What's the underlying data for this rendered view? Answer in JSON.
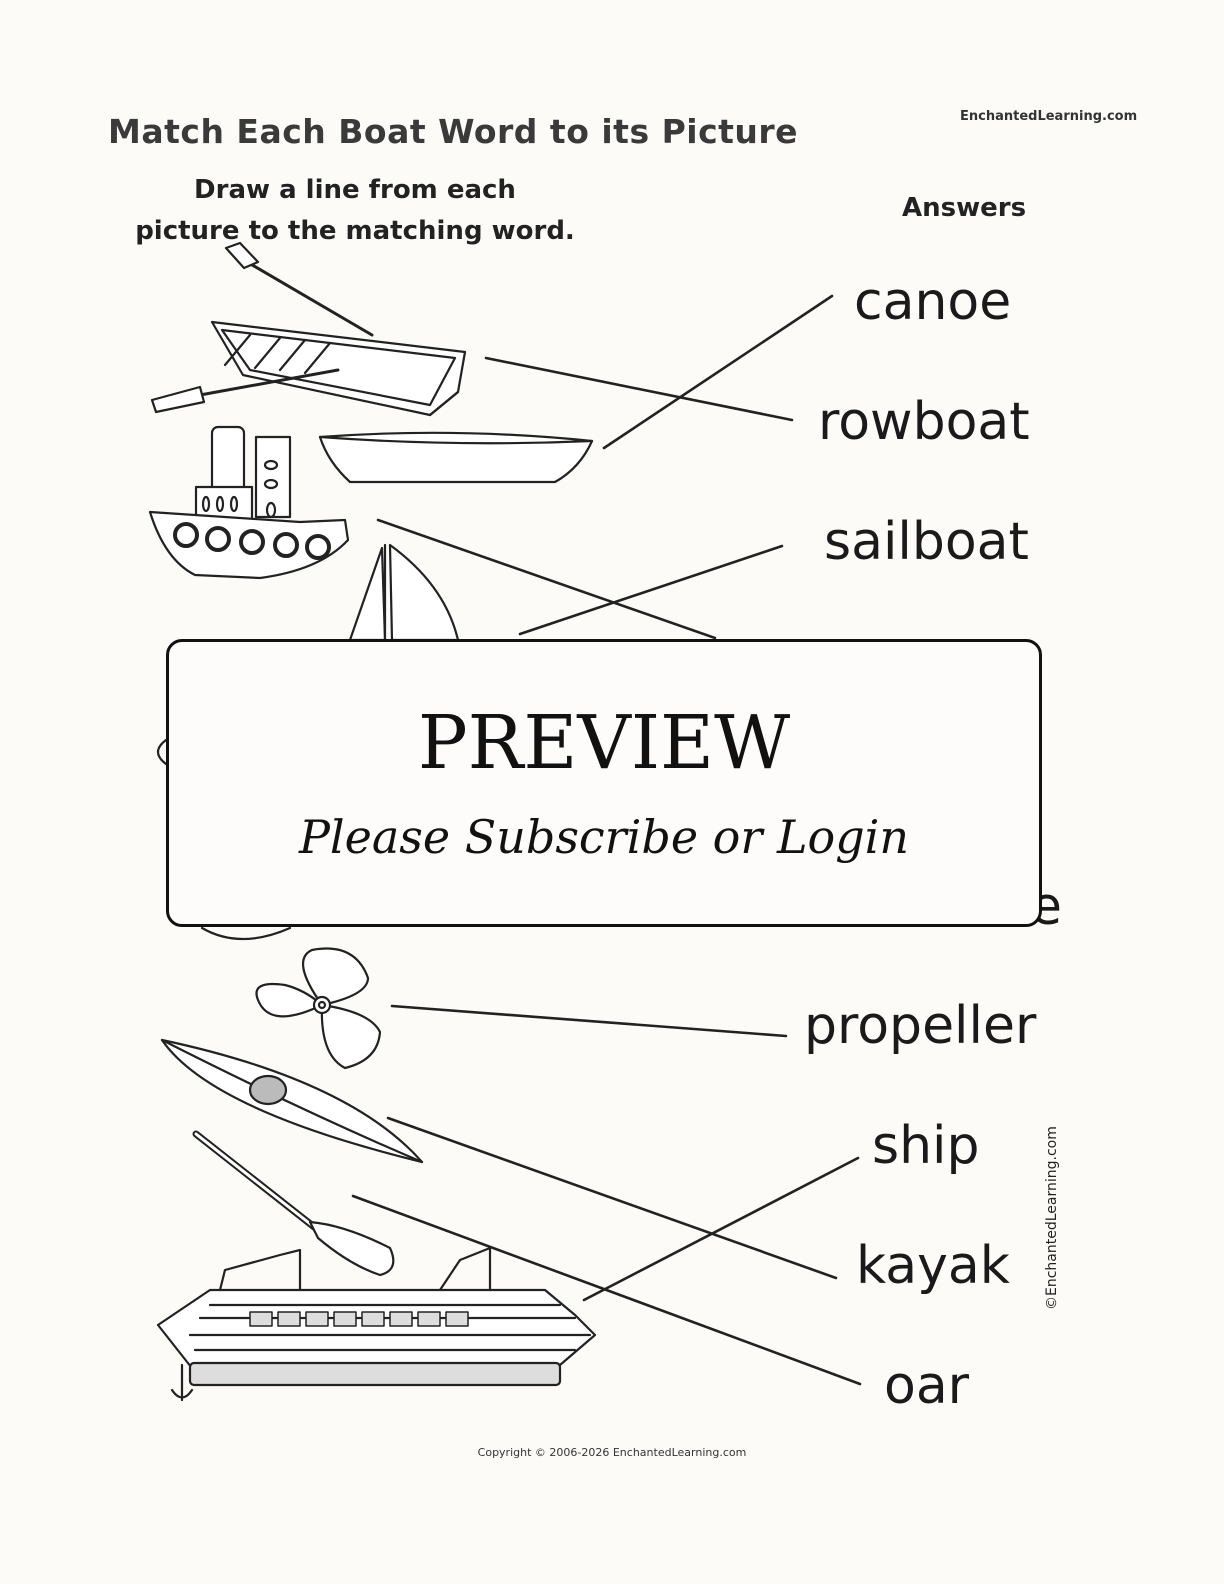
{
  "header": {
    "title": "Match Each Boat Word to its Picture",
    "site": "EnchantedLearning.com"
  },
  "instructions": {
    "line1": "Draw a line from each",
    "line2": "picture to the matching word."
  },
  "answers_label": "Answers",
  "words": [
    "canoe",
    "rowboat",
    "sailboat",
    "",
    "",
    "propeller",
    "ship",
    "kayak",
    "oar"
  ],
  "partial_word_fragment": "e",
  "overlay": {
    "title": "PREVIEW",
    "subtitle": "Please Subscribe or Login"
  },
  "side_credit": "©EnchantedLearning.com",
  "footer": {
    "copyright": "Copyright © 2006-2026 EnchantedLearning.com"
  },
  "pictures": [
    "rowboat-icon",
    "canoe-icon",
    "tugboat-icon",
    "sailboat-icon",
    "propeller-icon",
    "kayak-icon",
    "oar-icon",
    "cruise-ship-icon"
  ]
}
